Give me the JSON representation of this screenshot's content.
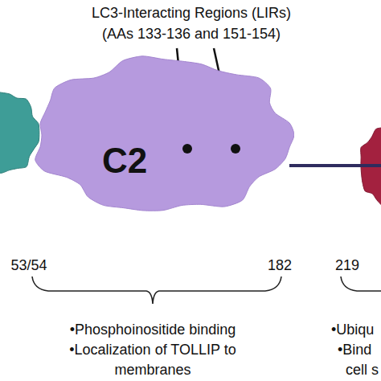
{
  "diagram": {
    "nodes": [
      {
        "text": [
          "C2"
        ]
      }
    ],
    "labels": [
      "LC3-Interacting Regions (LIRs)",
      "(AAs 133-136 and 151-154)",
      "53/54",
      "182",
      "219",
      "•Phosphoinositide binding",
      "•Localization of TOLLIP to membranes",
      "•Ubiqu",
      "•Bind",
      "cell s"
    ]
  }
}
